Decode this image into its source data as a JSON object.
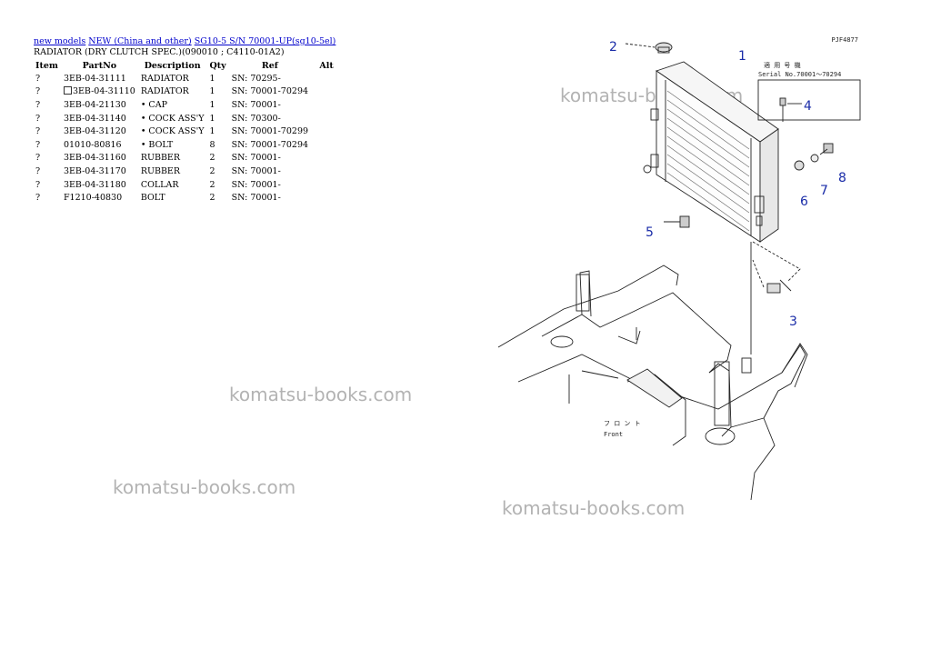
{
  "breadcrumbs": [
    {
      "label": "new models"
    },
    {
      "label": "NEW (China and other)"
    },
    {
      "label": "SG10-5 S/N 70001-UP(sg10-5el)"
    }
  ],
  "subtitle": "RADIATOR (DRY CLUTCH SPEC.)(090010 ; C4110-01A2)",
  "table": {
    "headers": {
      "item": "Item",
      "partno": "PartNo",
      "description": "Description",
      "qty": "Qty",
      "ref": "Ref",
      "alt": "Alt"
    },
    "rows": [
      {
        "item": "?",
        "partno": "3EB-04-31111",
        "description": "RADIATOR",
        "qty": "1",
        "ref": "SN: 70295-",
        "checkbox": false
      },
      {
        "item": "?",
        "partno": "3EB-04-31110",
        "description": "RADIATOR",
        "qty": "1",
        "ref": "SN: 70001-70294",
        "checkbox": true
      },
      {
        "item": "?",
        "partno": "3EB-04-21130",
        "description": "• CAP",
        "qty": "1",
        "ref": "SN: 70001-",
        "checkbox": false
      },
      {
        "item": "?",
        "partno": "3EB-04-31140",
        "description": "• COCK ASS'Y",
        "qty": "1",
        "ref": "SN: 70300-",
        "checkbox": false
      },
      {
        "item": "?",
        "partno": "3EB-04-31120",
        "description": "• COCK ASS'Y",
        "qty": "1",
        "ref": "SN: 70001-70299",
        "checkbox": false
      },
      {
        "item": "?",
        "partno": "01010-80816",
        "description": "• BOLT",
        "qty": "8",
        "ref": "SN: 70001-70294",
        "checkbox": false
      },
      {
        "item": "?",
        "partno": "3EB-04-31160",
        "description": "RUBBER",
        "qty": "2",
        "ref": "SN: 70001-",
        "checkbox": false
      },
      {
        "item": "?",
        "partno": "3EB-04-31170",
        "description": "RUBBER",
        "qty": "2",
        "ref": "SN: 70001-",
        "checkbox": false
      },
      {
        "item": "?",
        "partno": "3EB-04-31180",
        "description": "COLLAR",
        "qty": "2",
        "ref": "SN: 70001-",
        "checkbox": false
      },
      {
        "item": "?",
        "partno": "F1210-40830",
        "description": "BOLT",
        "qty": "2",
        "ref": "SN: 70001-",
        "checkbox": false
      }
    ]
  },
  "watermarks": [
    "komatsu-books.com",
    "komatsu-books.com",
    "komatsu-books.com",
    "komatsu-books.com"
  ],
  "diagram": {
    "code": "PJF4877",
    "serial_note_1": "適 用 号 機",
    "serial_note_2": "Serial No.70001～70294",
    "front_label_1": "フ ロ ン ト",
    "front_label_2": "Front",
    "callouts": [
      "1",
      "2",
      "3",
      "4",
      "5",
      "6",
      "7",
      "8"
    ]
  },
  "colors": {
    "link": "#0000cc",
    "callout": "#1a2ca8",
    "watermark": "#b3b3b3"
  }
}
